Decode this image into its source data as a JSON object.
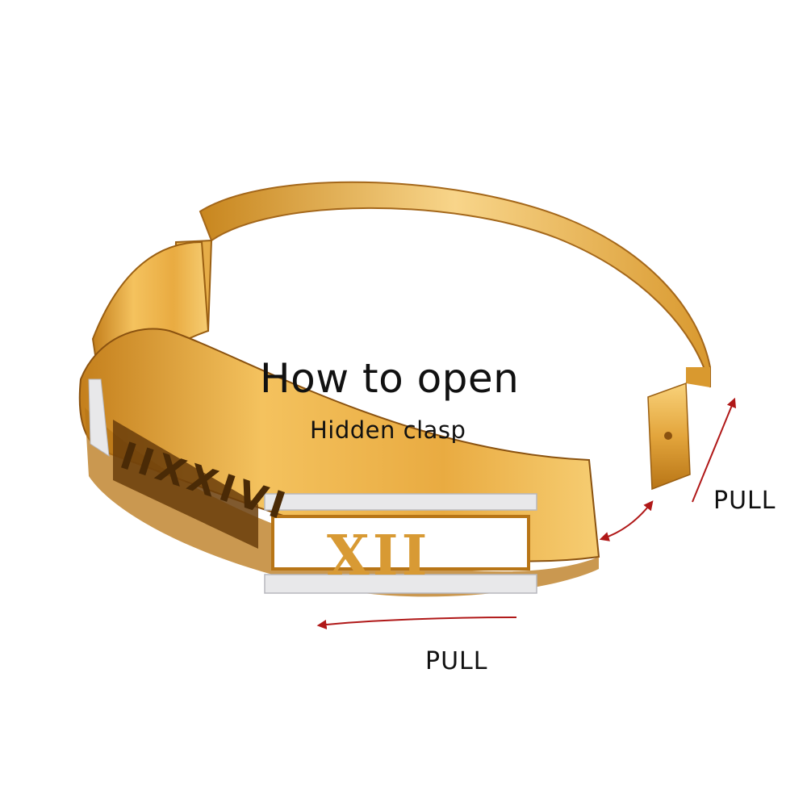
{
  "caption": {
    "title": "How to open",
    "subtitle": "Hidden clasp"
  },
  "pull_labels": {
    "right": "PULL",
    "bottom": "PULL"
  },
  "engraving": {
    "left_numerals": "IIXXIVI",
    "center_numeral": "XII"
  },
  "colors": {
    "gold_light": "#f7c867",
    "gold_mid": "#e0a43a",
    "gold_dark": "#9a5f12",
    "arrow": "#b01818",
    "stone": "#e8e8ea"
  }
}
